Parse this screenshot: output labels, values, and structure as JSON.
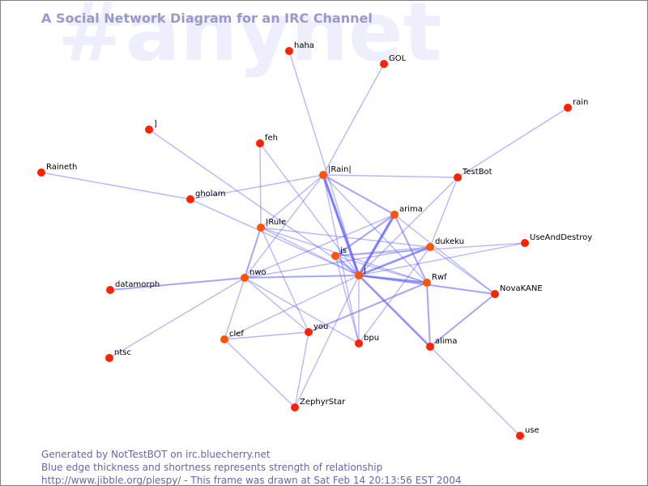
{
  "watermark": "#anynet",
  "title": "A Social Network Diagram for an IRC Channel",
  "footer": [
    "Generated by NotTestBOT on irc.bluecherry.net",
    "Blue edge thickness and shortness represents strength of relationship",
    "http://www.jibble.org/piespy/ - This frame was drawn at Sat Feb 14 20:13:56 EST 2004"
  ],
  "colors": {
    "node": "#ff2200",
    "node_active": "#ff5500",
    "edge": "#6666ff",
    "title": "#9999cc"
  },
  "nodes": [
    "haha",
    "GOL",
    "rain",
    "]",
    "feh",
    "Raineth",
    "|Rain|",
    "TestBot",
    "gholam",
    "arima",
    "|Rule",
    "dukeku",
    "UseAndDestroy",
    "js",
    "nwo",
    "j",
    "Rwf",
    "NovaKANE",
    "datamorph",
    "clef",
    "you",
    "bpu",
    "alima",
    "ntsc",
    "ZephyrStar",
    "use"
  ],
  "edges": [
    [
      "haha",
      "j",
      1
    ],
    [
      "GOL",
      "|Rain|",
      1
    ],
    [
      "rain",
      "TestBot",
      1
    ],
    [
      "]",
      "j",
      1
    ],
    [
      "feh",
      "|Rule",
      1
    ],
    [
      "feh",
      "j",
      1
    ],
    [
      "Raineth",
      "gholam",
      1
    ],
    [
      "gholam",
      "|Rain|",
      1
    ],
    [
      "gholam",
      "j",
      1
    ],
    [
      "|Rain|",
      "TestBot",
      1
    ],
    [
      "|Rain|",
      "j",
      4
    ],
    [
      "|Rain|",
      "arima",
      2
    ],
    [
      "|Rain|",
      "nwo",
      1
    ],
    [
      "|Rain|",
      "|Rule",
      1
    ],
    [
      "|Rain|",
      "bpu",
      1
    ],
    [
      "|Rain|",
      "Rwf",
      1
    ],
    [
      "TestBot",
      "dukeku",
      1
    ],
    [
      "TestBot",
      "j",
      1
    ],
    [
      "arima",
      "j",
      4
    ],
    [
      "arima",
      "Rwf",
      2
    ],
    [
      "arima",
      "nwo",
      1
    ],
    [
      "arima",
      "NovaKANE",
      1
    ],
    [
      "arima",
      "js",
      2
    ],
    [
      "|Rule",
      "nwo",
      2
    ],
    [
      "|Rule",
      "dukeku",
      1
    ],
    [
      "|Rule",
      "j",
      1
    ],
    [
      "|Rule",
      "you",
      1
    ],
    [
      "|Rule",
      "Rwf",
      1
    ],
    [
      "dukeku",
      "j",
      3
    ],
    [
      "dukeku",
      "nwo",
      1
    ],
    [
      "dukeku",
      "js",
      1
    ],
    [
      "dukeku",
      "bpu",
      1
    ],
    [
      "dukeku",
      "NovaKANE",
      1
    ],
    [
      "UseAndDestroy",
      "j",
      1
    ],
    [
      "UseAndDestroy",
      "js",
      1
    ],
    [
      "js",
      "j",
      2
    ],
    [
      "js",
      "bpu",
      1
    ],
    [
      "js",
      "Rwf",
      1
    ],
    [
      "nwo",
      "j",
      2
    ],
    [
      "nwo",
      "datamorph",
      2
    ],
    [
      "nwo",
      "ntsc",
      1
    ],
    [
      "nwo",
      "clef",
      1
    ],
    [
      "nwo",
      "bpu",
      1
    ],
    [
      "nwo",
      "you",
      1
    ],
    [
      "j",
      "Rwf",
      3
    ],
    [
      "j",
      "NovaKANE",
      2
    ],
    [
      "j",
      "alima",
      3
    ],
    [
      "j",
      "bpu",
      1
    ],
    [
      "j",
      "clef",
      1
    ],
    [
      "j",
      "ZephyrStar",
      1
    ],
    [
      "Rwf",
      "alima",
      2
    ],
    [
      "Rwf",
      "you",
      2
    ],
    [
      "NovaKANE",
      "alima",
      2
    ],
    [
      "clef",
      "you",
      1
    ],
    [
      "clef",
      "ZephyrStar",
      1
    ],
    [
      "you",
      "ZephyrStar",
      1
    ],
    [
      "alima",
      "use",
      1
    ]
  ]
}
